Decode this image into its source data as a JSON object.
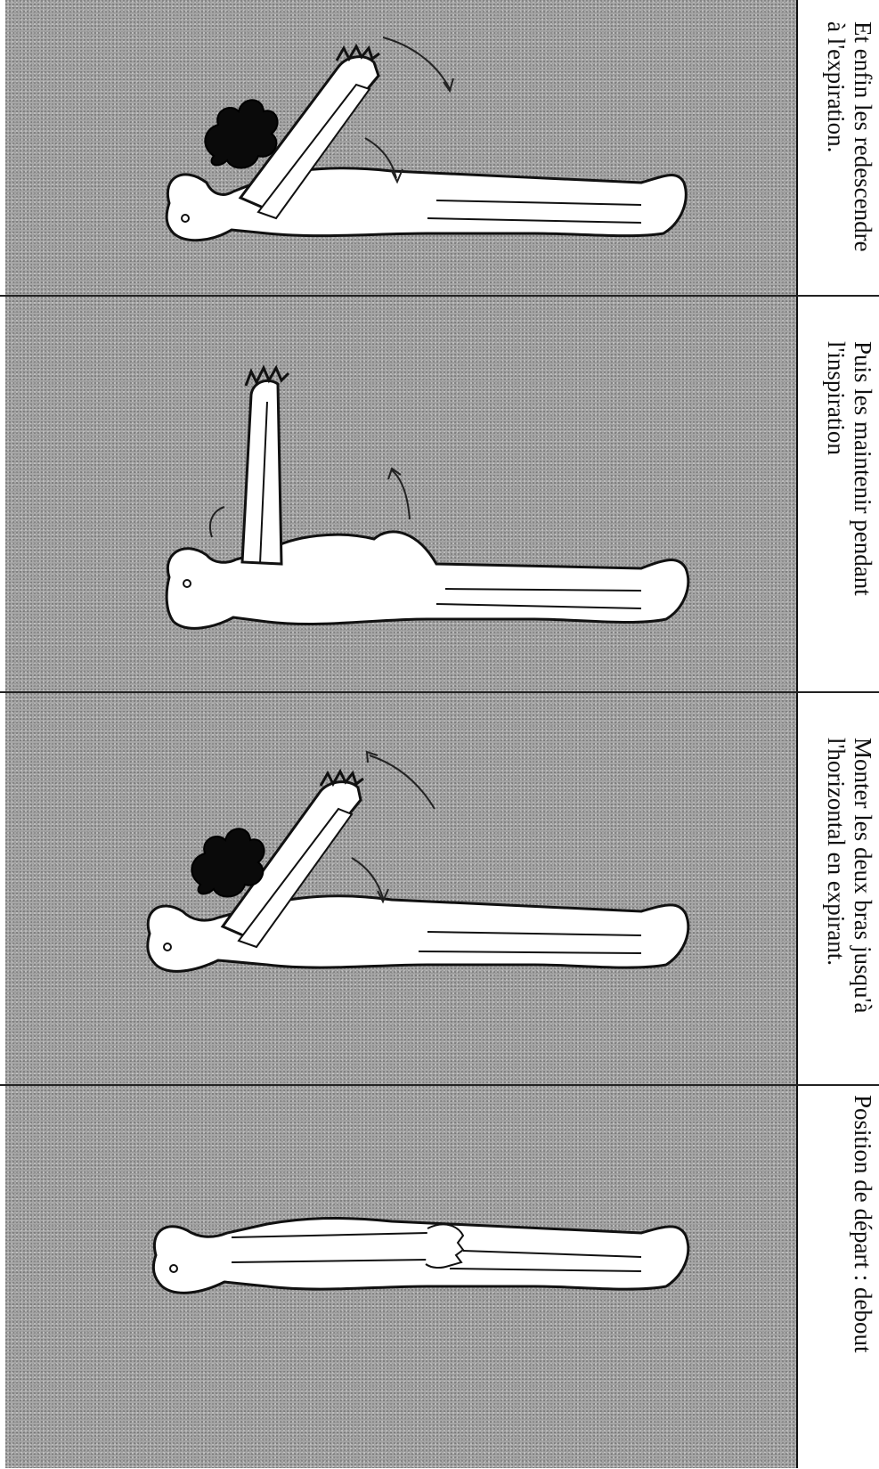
{
  "steps": [
    {
      "caption": "Et enfin les redescendre\nà l'expiration."
    },
    {
      "caption": "Puis les maintenir pendant\nl'inspiration"
    },
    {
      "caption": "Monter les deux bras jusqu'à\nl'horizontal en expirant."
    },
    {
      "caption": "Position de départ : debout"
    }
  ],
  "colors": {
    "background": "#a6a6a6",
    "figure": "#ffffff",
    "outline": "#111111",
    "breath_cloud": "#0a0a0a"
  }
}
